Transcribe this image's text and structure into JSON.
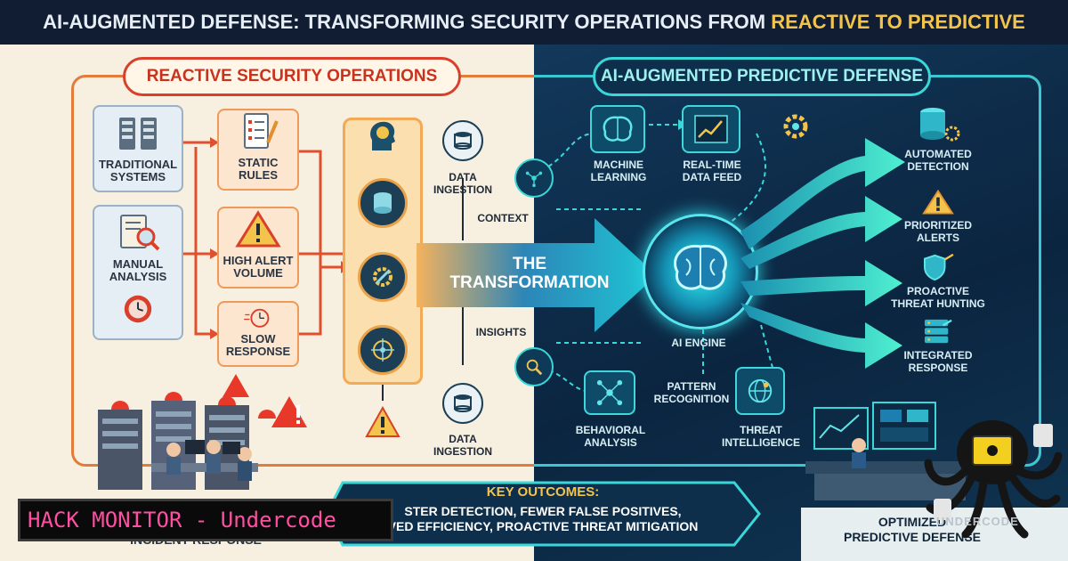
{
  "header": {
    "title_part1": "AI-AUGMENTED DEFENSE: TRANSFORMING SECURITY OPERATIONS FROM ",
    "title_highlight": "REACTIVE TO PREDICTIVE"
  },
  "left": {
    "title": "REACTIVE SECURITY OPERATIONS",
    "cards": [
      {
        "label": "TRADITIONAL\nSYSTEMS"
      },
      {
        "label": "MANUAL\nANALYSIS"
      },
      {
        "label": "STATIC\nRULES"
      },
      {
        "label": "HIGH ALERT\nVOLUME"
      },
      {
        "label": "SLOW\nRESPONSE"
      }
    ],
    "incident_label": "INCIDENT RESPONSE"
  },
  "center": {
    "transformation": "THE\nTRANSFORMATION",
    "data_ingestion_top": "DATA\nINGESTION",
    "data_ingestion_bottom": "DATA\nINGESTION",
    "context": "CONTEXT",
    "insights": "INSIGHTS"
  },
  "right": {
    "title": "AI-AUGMENTED PREDICTIVE DEFENSE",
    "nodes": {
      "machine_learning": "MACHINE\nLEARNING",
      "real_time": "REAL-TIME\nDATA FEED",
      "ai_engine": "AI ENGINE",
      "pattern": "PATTERN\nRECOGNITION",
      "behavioral": "BEHAVIORAL\nANALYSIS",
      "threat_intel": "THREAT\nINTELLIGENCE"
    },
    "outcomes": [
      {
        "label": "AUTOMATED\nDETECTION"
      },
      {
        "label": "PRIORITIZED\nALERTS"
      },
      {
        "label": "PROACTIVE\nTHREAT HUNTING"
      },
      {
        "label": "INTEGRATED\nRESPONSE"
      }
    ],
    "optimized_label": "OPTIMIZED\nPREDICTIVE DEFENSE"
  },
  "key_outcomes": {
    "title": "KEY OUTCOMES:",
    "text": "STER DETECTION, FEWER FALSE POSITIVES,\nVED EFFICIENCY, PROACTIVE THREAT MITIGATION"
  },
  "badge": {
    "text": "HACK MONITOR - Undercode"
  },
  "watermark": {
    "text": "UNDERCODE"
  },
  "colors": {
    "reactive": "#d8402c",
    "predictive": "#3ad7d9",
    "highlight": "#f3c44c",
    "badge_text": "#ff4fa3"
  }
}
